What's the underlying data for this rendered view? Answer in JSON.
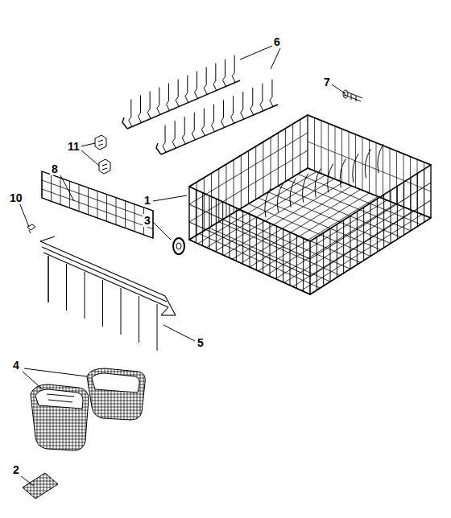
{
  "diagram": {
    "labels": [
      "6",
      "7",
      "11",
      "8",
      "10",
      "1",
      "3",
      "5",
      "4",
      "2"
    ]
  }
}
